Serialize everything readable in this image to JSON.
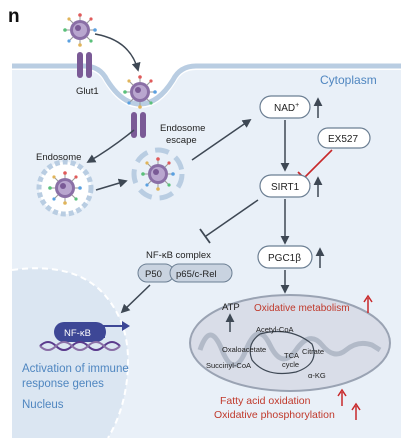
{
  "panel_label": "n",
  "labels": {
    "glut1": "Glut1",
    "cytoplasm": "Cytoplasm",
    "endosome": "Endosome",
    "endosome_escape_1": "Endosome",
    "endosome_escape_2": "escape",
    "nad_main": "NAD",
    "nad_sup": "+",
    "ex527": "EX527",
    "sirt1": "SIRT1",
    "pgc1b": "PGC1β",
    "nfkb_complex": "NF-κB complex",
    "p50": "P50",
    "p65": "p65/c-Rel",
    "nfkb": "NF-κB",
    "activation_1": "Activation of immune",
    "activation_2": "response genes",
    "nucleus": "Nucleus",
    "atp": "ATP",
    "oxidative_metabolism": "Oxidative metabolism",
    "acetyl_coa": "Acetyl-CoA",
    "oxaloacetate": "Oxaloacetate",
    "citrate": "Citrate",
    "tca_1": "TCA",
    "tca_2": "cycle",
    "succinyl_coa": "Succinyl-CoA",
    "akg": "α-KG",
    "fatty_acid_oxidation": "Fatty acid oxidation",
    "oxidative_phosphorylation": "Oxidative phosphorylation"
  },
  "colors": {
    "membrane": "#b9cde2",
    "cytoplasm_bg": "#e9f0f8",
    "nucleus_bg": "#dbe6f2",
    "node_fill": "#ffffff",
    "node_stroke": "#6c7f93",
    "arrow": "#3e4854",
    "inhibit_red": "#c8282a",
    "red_text": "#c0392b",
    "blue_text": "#4f86c0",
    "nfkb_fill": "#3d4796",
    "dna": "#5a3a8c",
    "mito_fill": "#d9dde8"
  },
  "icons": [
    "nanoparticle-icon",
    "glut1-transporter-icon",
    "dna-icon",
    "mitochondrion-icon",
    "gene-arrow-icon"
  ],
  "up_arrows": [
    "nad-up-arrow",
    "sirt1-up-arrow",
    "pgc1b-up-arrow",
    "atp-up-arrow",
    "oxidative-metabolism-up-arrow",
    "fatty-acid-oxidation-up-arrow",
    "oxidative-phosphorylation-up-arrow"
  ]
}
